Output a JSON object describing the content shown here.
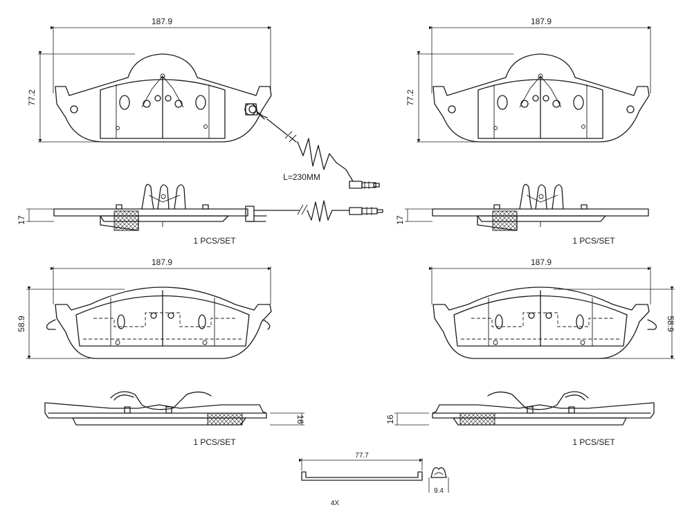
{
  "dimensions": {
    "top_left_width": "187.9",
    "top_left_height": "77.2",
    "top_right_width": "187.9",
    "top_right_height": "77.2",
    "bottom_left_width": "187.9",
    "bottom_left_height": "58.9",
    "bottom_right_width": "187.9",
    "bottom_right_height": "58.9",
    "side_top_left_thickness": "17",
    "side_top_right_thickness": "17",
    "side_bottom_left_thickness": "16",
    "side_bottom_right_thickness": "16",
    "clip_length": "77.7",
    "clip_height": "9.4"
  },
  "labels": {
    "sensor_length": "L=230MM",
    "qty_top_left": "1 PCS/SET",
    "qty_top_right": "1 PCS/SET",
    "qty_bottom_left": "1 PCS/SET",
    "qty_bottom_right": "1 PCS/SET",
    "clip_count": "4X"
  }
}
